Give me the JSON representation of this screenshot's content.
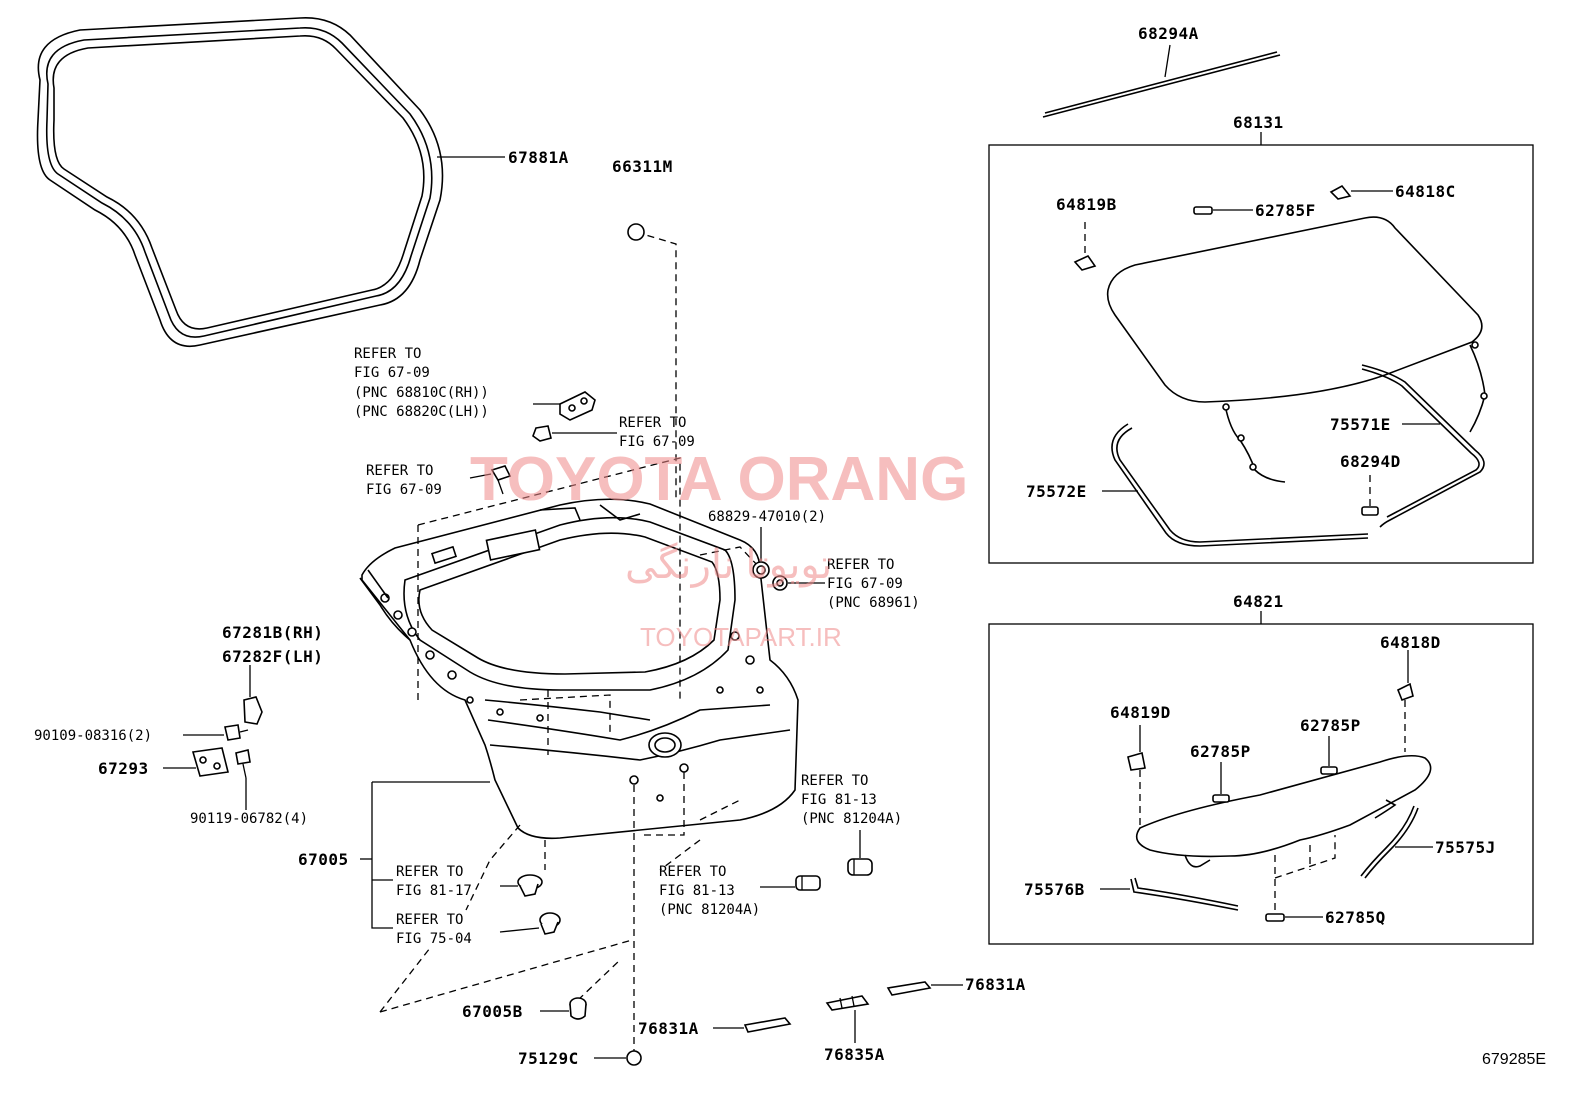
{
  "labels": {
    "p67881A": "67881A",
    "p66311M": "66311M",
    "p68294A": "68294A",
    "p68131": "68131",
    "p64819B": "64819B",
    "p62785F": "62785F",
    "p64818C": "64818C",
    "p75571E": "75571E",
    "p68294D": "68294D",
    "p75572E": "75572E",
    "p64821": "64821",
    "p64818D": "64818D",
    "p64819D": "64819D",
    "p62785P_a": "62785P",
    "p62785P_b": "62785P",
    "p75575J": "75575J",
    "p75576B": "75576B",
    "p62785Q": "62785Q",
    "p68829": "68829-47010(2)",
    "p67281B": "67281B(RH)",
    "p67282F": "67282F(LH)",
    "p90109": "90109-08316(2)",
    "p67293": "67293",
    "p90119": "90119-06782(4)",
    "p67005": "67005",
    "p67005B": "67005B",
    "p75129C": "75129C",
    "p76831A_a": "76831A",
    "p76831A_b": "76831A",
    "p76835A": "76835A",
    "diagram_id": "679285E"
  },
  "refs": {
    "r1": [
      "REFER TO",
      "FIG 67-09",
      "(PNC 68810C(RH))",
      "(PNC 68820C(LH))"
    ],
    "r2": [
      "REFER TO",
      "FIG 67-09"
    ],
    "r3": [
      "REFER TO",
      "FIG 67-09"
    ],
    "r4": [
      "REFER TO",
      "FIG 67-09",
      "(PNC 68961)"
    ],
    "r5": [
      "REFER TO",
      "FIG 81-13",
      "(PNC 81204A)"
    ],
    "r6": [
      "REFER TO",
      "FIG 81-17"
    ],
    "r7": [
      "REFER TO",
      "FIG 81-13",
      "(PNC 81204A)"
    ],
    "r8": [
      "REFER TO",
      "FIG 75-04"
    ]
  },
  "watermark": {
    "main": "TOYOTA ORANG",
    "farsi": "تویوتا نارنگی",
    "url": "TOYOTAPART.IR"
  }
}
